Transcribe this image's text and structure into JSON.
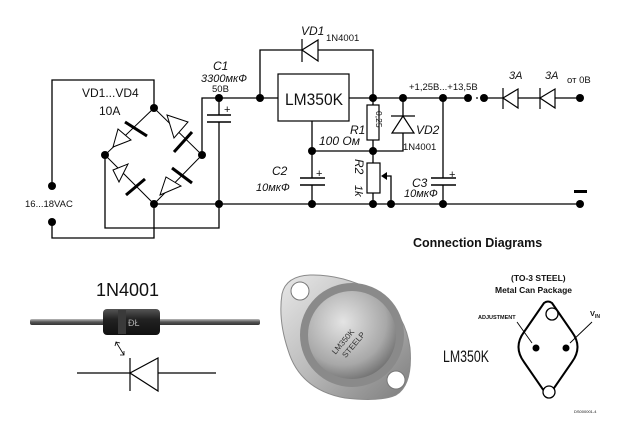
{
  "schematic": {
    "input": {
      "label": "16...18VAC"
    },
    "bridge": {
      "designator": "VD1...VD4",
      "rating": "10A"
    },
    "c1": {
      "designator": "C1",
      "value": "3300мкФ",
      "voltage": "50В",
      "polarity": "+"
    },
    "regulator": {
      "label": "LM350K"
    },
    "vd1": {
      "designator": "VD1",
      "part": "1N4001"
    },
    "r1": {
      "designator": "R1",
      "value": "100 Ом",
      "power": "0,25"
    },
    "vd2": {
      "designator": "VD2",
      "part": "1N4001"
    },
    "c2": {
      "designator": "C2",
      "value": "10мкФ",
      "polarity": "+"
    },
    "r2": {
      "designator": "R2",
      "value": "1k"
    },
    "c3": {
      "designator": "C3",
      "value": "10мкФ",
      "polarity": "+"
    },
    "output": {
      "range": "+1,25В...+13,5В",
      "minus": "−"
    },
    "out_diodes": [
      {
        "rating": "3A"
      },
      {
        "rating": "3A"
      }
    ],
    "zero_label": "от 0В"
  },
  "diode_photo": {
    "title": "1N4001"
  },
  "package_photo": {
    "marking_line1": "LM350K",
    "marking_line2": "STEELP"
  },
  "connection": {
    "title": "Connection Diagrams",
    "part_label": "LM350K",
    "package_line1": "(TO-3 STEEL)",
    "package_line2": "Metal Can Package",
    "pin_adjust": "ADJUSTMENT",
    "pin_vin_main": "V",
    "pin_vin_sub": "IN",
    "doc_code": "DS000001-4"
  }
}
